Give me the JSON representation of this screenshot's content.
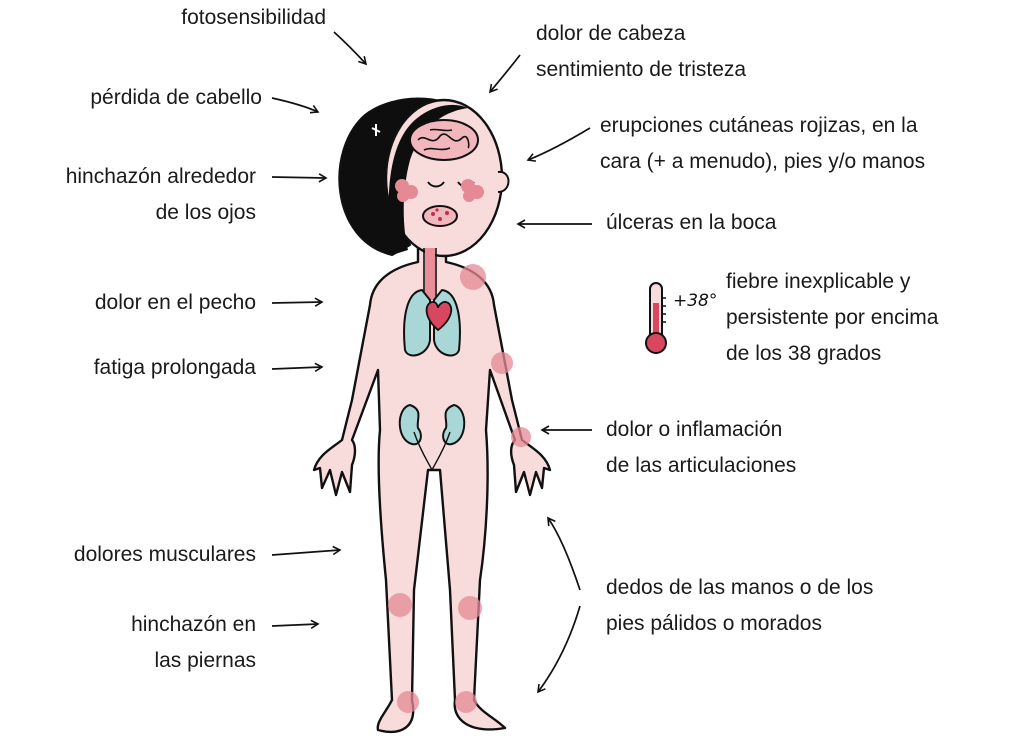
{
  "colors": {
    "skin": "#f8dcdc",
    "outline": "#111111",
    "hair": "#0e0e0e",
    "organ": "#a9d6d6",
    "heart": "#d94660",
    "spot": "#e58a95",
    "thermometer": "#d94660"
  },
  "labels": {
    "fotosensibilidad": "fotosensibilidad",
    "perdida_cabello": "pérdida de cabello",
    "hinchazon_ojos": [
      "hinchazón alrededor",
      "de los ojos"
    ],
    "dolor_pecho": "dolor en el pecho",
    "fatiga": "fatiga prolongada",
    "dolores_musculares": "dolores musculares",
    "hinchazon_piernas": [
      "hinchazón en",
      "las piernas"
    ],
    "cabeza": [
      "dolor de cabeza",
      "sentimiento de tristeza"
    ],
    "erupciones": [
      "erupciones cutáneas rojizas, en la",
      "cara (+ a menudo), pies y/o manos"
    ],
    "ulceras": "úlceras en la boca",
    "fiebre": [
      "fiebre inexplicable y",
      "persistente por encima",
      "de los 38 grados"
    ],
    "articulaciones": [
      "dolor o inflamación",
      "de las articulaciones"
    ],
    "dedos": [
      "dedos de las manos o de los",
      "pies pálidos o morados"
    ]
  },
  "thermometer_text": "+38°"
}
